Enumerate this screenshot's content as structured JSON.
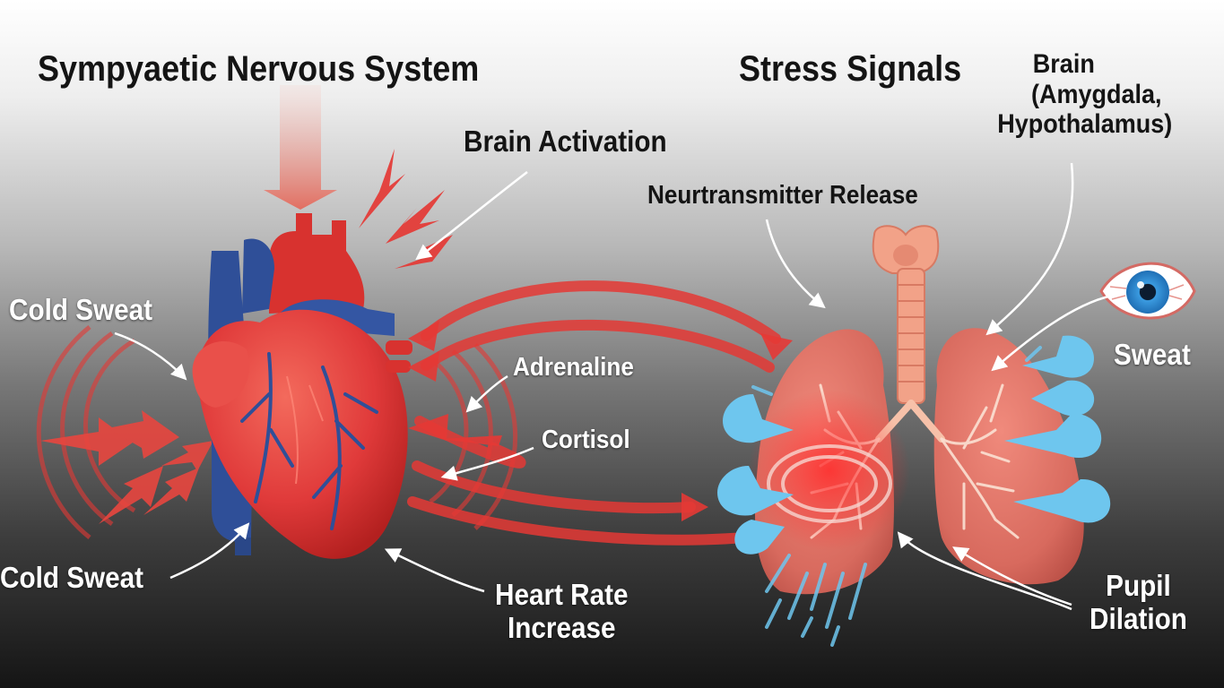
{
  "labels": {
    "title_left": "Sympyaetic Nervous System",
    "title_right": "Stress Signals",
    "brain_activation": "Brain Activation",
    "brain_regions": [
      "Brain",
      "(Amygdala,",
      "Hypothalamus)"
    ],
    "neurotransmitter_release": "Neurtransmitter Release",
    "cold_sweat_top": "Cold Sweat",
    "cold_sweat_bottom": "Cold Sweat",
    "adrenaline": "Adrenaline",
    "cortisol": "Cortisol",
    "sweat": "Sweat",
    "heart_rate_increase": [
      "Heart Rate",
      "Increase"
    ],
    "pupil_dilation": [
      "Pupil",
      "Dilation"
    ]
  },
  "colors": {
    "heart_red": "#e03a3a",
    "heart_dark": "#b3201f",
    "vessel_blue": "#2f4f98",
    "arrow_red": "#e53935",
    "lung_pink": "#d86a5e",
    "trachea_peach": "#f2a288",
    "sweat_blue": "#6ec6ee",
    "eye_iris": "#2f8fd6"
  },
  "icons": [
    "heart-icon",
    "lungs-icon",
    "eye-icon",
    "sweat-drop-icon",
    "pain-spike-icon",
    "vibration-wave-icon"
  ]
}
